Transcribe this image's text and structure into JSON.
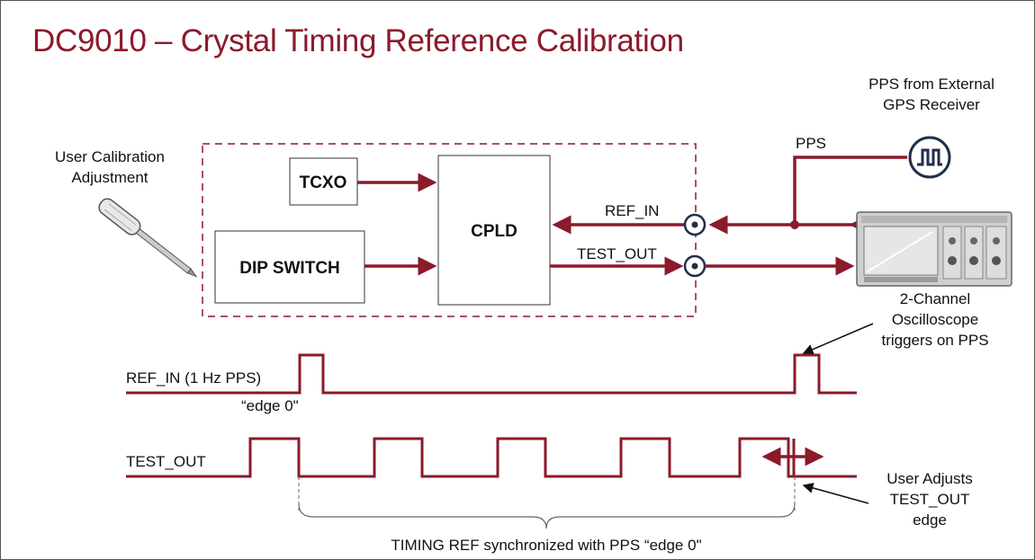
{
  "title": "DC9010 – Crystal Timing Reference Calibration",
  "blocks": {
    "tcxo": "TCXO",
    "dip_switch": "DIP SWITCH",
    "cpld": "CPLD"
  },
  "labels": {
    "user_cal_line1": "User Calibration",
    "user_cal_line2": "Adjustment",
    "pps_source_line1": "PPS from External",
    "pps_source_line2": "GPS Receiver",
    "pps": "PPS",
    "ref_in": "REF_IN",
    "test_out": "TEST_OUT",
    "scope_line1": "2-Channel",
    "scope_line2": "Oscilloscope",
    "scope_line3": "triggers on PPS"
  },
  "timing": {
    "ref_in_label": "REF_IN (1 Hz PPS)",
    "edge0": "“edge 0\"",
    "test_out_label": "TEST_OUT",
    "adjust_line1": "User Adjusts",
    "adjust_line2": "TEST_OUT",
    "adjust_line3": "edge",
    "sync_note": "TIMING REF synchronized with PPS “edge 0\""
  },
  "colors": {
    "accent": "#8b1a2b",
    "connector": "#1f2e4a",
    "block_border": "#333333"
  }
}
